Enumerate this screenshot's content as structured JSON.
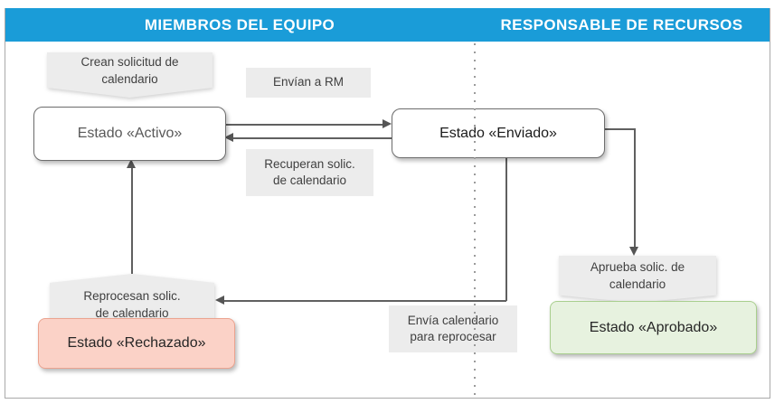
{
  "header": {
    "bar_color": "#1a9cd8",
    "lanes": [
      {
        "label": "MIEMBROS DEL EQUIPO"
      },
      {
        "label": "RESPONSABLE DE RECURSOS"
      }
    ]
  },
  "states": {
    "activo": {
      "label": "Estado «Activo»",
      "fill": "#ffffff",
      "border": "#6e6e6e"
    },
    "enviado": {
      "label": "Estado «Enviado»",
      "fill": "#ffffff",
      "border": "#6e6e6e"
    },
    "rechazado": {
      "label": "Estado «Rechazado»",
      "fill": "#fbd2c7",
      "border": "#eba38f"
    },
    "aprobado": {
      "label": "Estado «Aprobado»",
      "fill": "#e7f2df",
      "border": "#a9cf8e"
    }
  },
  "labels": {
    "crean": {
      "lines": [
        "Crean solicitud de",
        "calendario"
      ]
    },
    "envian_rm": {
      "lines": [
        "Envían a RM"
      ]
    },
    "recuperan": {
      "lines": [
        "Recuperan solic.",
        "de calendario"
      ]
    },
    "reprocesan": {
      "lines": [
        "Reprocesan solic.",
        "de calendario"
      ]
    },
    "envia_reprocesar": {
      "lines": [
        "Envía calendario",
        "para reprocesar"
      ]
    },
    "aprueba": {
      "lines": [
        "Aprueba solic. de",
        "calendario"
      ]
    }
  },
  "edges": [
    {
      "from": "start",
      "to": "activo",
      "label": "Crean solicitud de calendario"
    },
    {
      "from": "activo",
      "to": "enviado",
      "label": "Envían a RM"
    },
    {
      "from": "enviado",
      "to": "activo",
      "label": "Recuperan solic. de calendario"
    },
    {
      "from": "enviado",
      "to": "aprobado",
      "label": "Aprueba solic. de calendario"
    },
    {
      "from": "enviado",
      "to": "rechazado",
      "label": "Envía calendario para reprocesar"
    },
    {
      "from": "rechazado",
      "to": "activo",
      "label": "Reprocesan solic. de calendario"
    }
  ],
  "colors": {
    "header_blue": "#1a9cd8",
    "label_gray": "#ececec",
    "connector_gray": "#606060",
    "frame_border": "#a9a9a9",
    "divider_dots": "#9b9b9b"
  }
}
